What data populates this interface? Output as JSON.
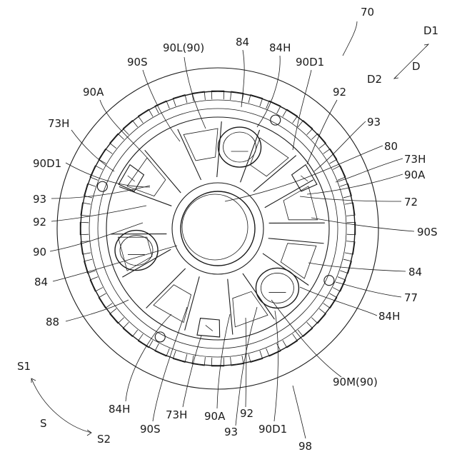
{
  "figure": {
    "labels": {
      "l70": "70",
      "lD1": "D1",
      "lD": "D",
      "lD2": "D2",
      "l84_top": "84",
      "l84H_top": "84H",
      "l90L": "90L(90)",
      "l90S_tl": "90S",
      "l90D1_tr": "90D1",
      "l90A_l": "90A",
      "l92_tr": "92",
      "l73H_l": "73H",
      "l93_r": "93",
      "l80": "80",
      "l73H_r": "73H",
      "l90D1_l": "90D1",
      "l90A_r": "90A",
      "l93_l": "93",
      "l72": "72",
      "l92_l": "92",
      "l90S_r": "90S",
      "l90": "90",
      "l84_l": "84",
      "l84_r": "84",
      "l77": "77",
      "l88": "88",
      "l84H_r": "84H",
      "l90M": "90M(90)",
      "lS1": "S1",
      "lS": "S",
      "lS2": "S2",
      "l84H_b": "84H",
      "l90S_b": "90S",
      "l73H_b": "73H",
      "l90A_b": "90A",
      "l92_b": "92",
      "l93_b": "93",
      "l90D1_b": "90D1",
      "l98": "98"
    }
  }
}
